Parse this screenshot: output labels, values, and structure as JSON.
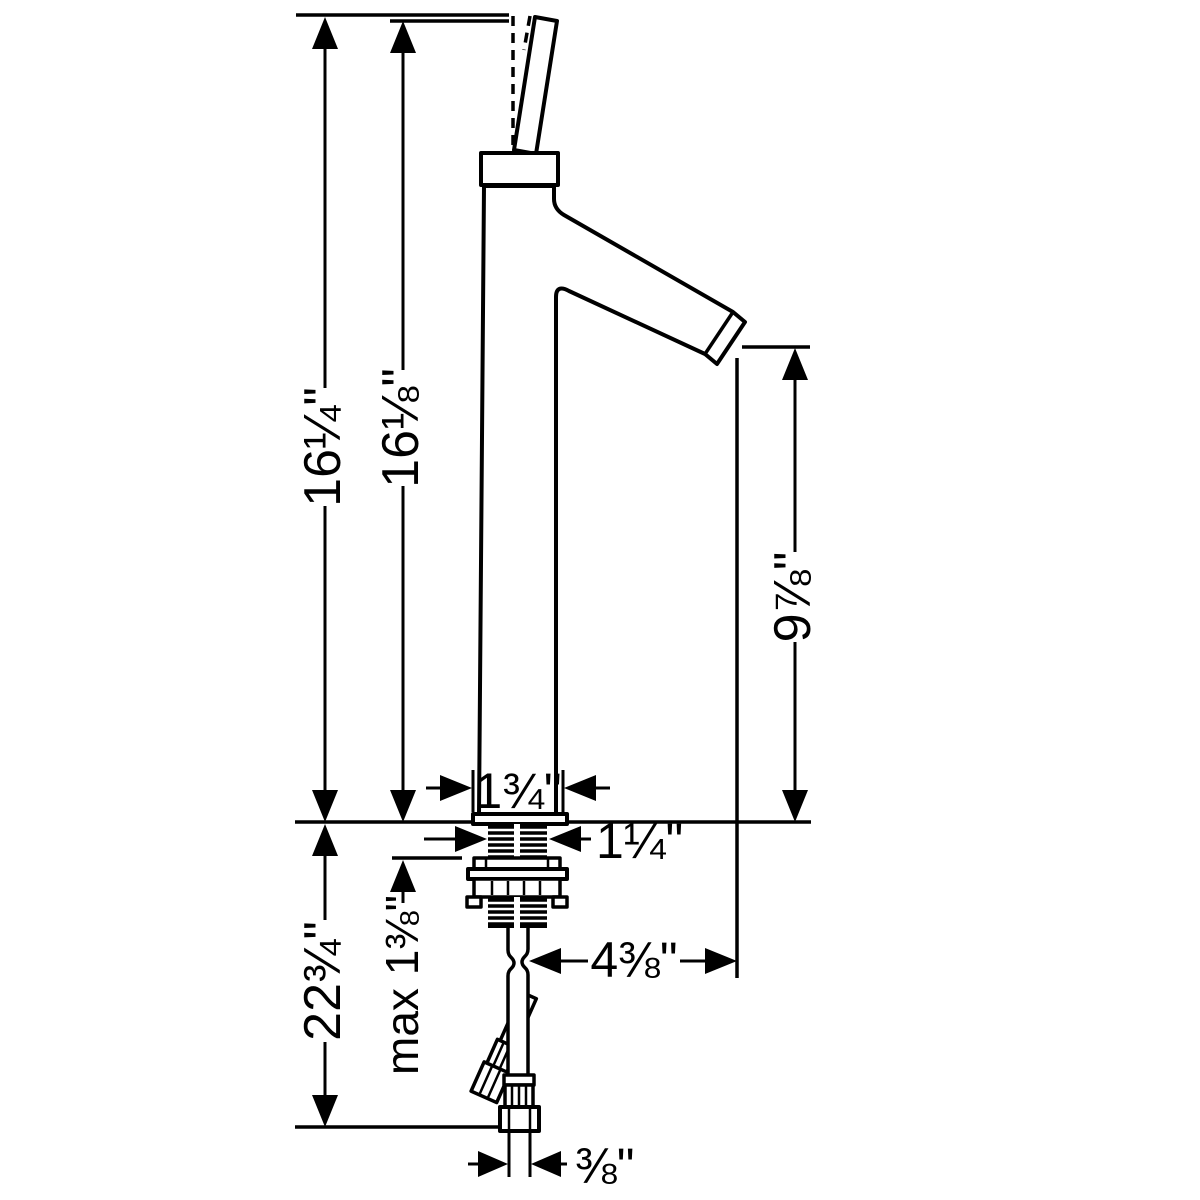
{
  "drawing": {
    "kind": "faucet installation dimension diagram",
    "background_color": "#ffffff",
    "line_color": "#000000",
    "units": "inches"
  },
  "dims": {
    "total_height": "16¼\"",
    "height_to_spout_top": "16⅛\"",
    "spout_outlet_height": "9⅞\"",
    "base_diameter": "1¾\"",
    "shank_diameter": "1¼\"",
    "max_deck_thickness": "max 1⅜\"",
    "below_deck_depth": "22¾\"",
    "spout_reach": "4⅜\"",
    "hose_connection_size": "⅜\""
  }
}
